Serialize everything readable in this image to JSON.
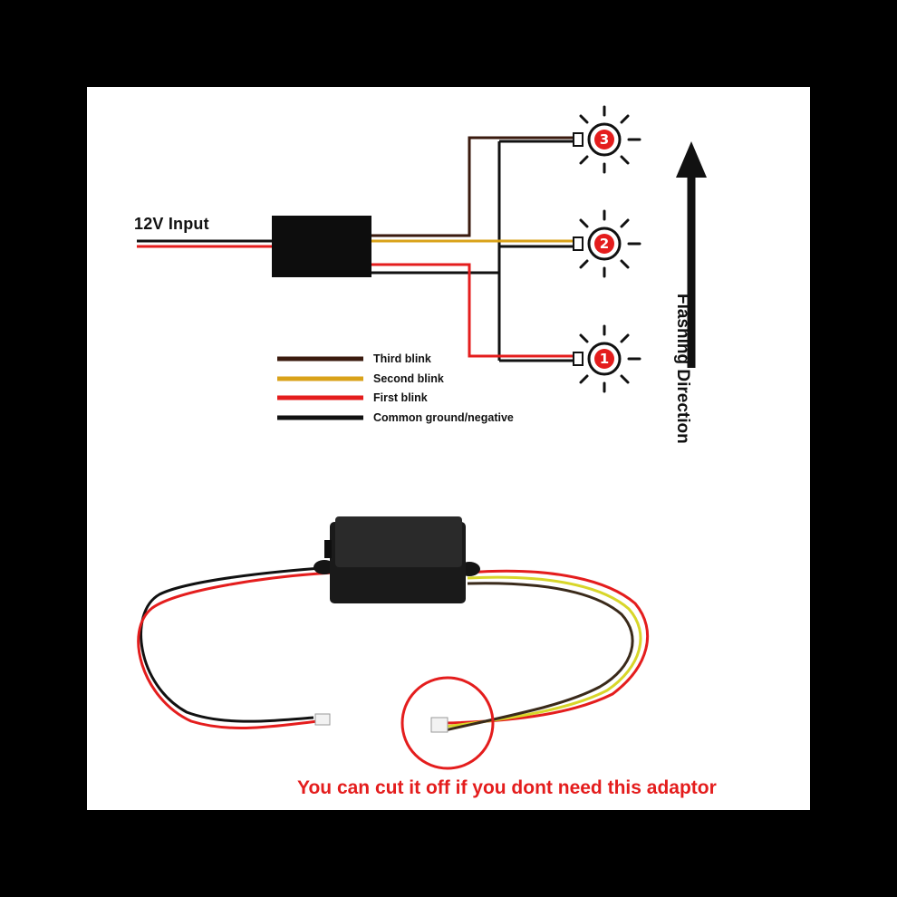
{
  "diagram": {
    "input_label": "12V Input",
    "direction_label": "Flashing Direction",
    "bulbs": [
      {
        "number": "3"
      },
      {
        "number": "2"
      },
      {
        "number": "1"
      }
    ],
    "legend": [
      {
        "label": "Third blink",
        "color": "#3a1a0e"
      },
      {
        "label": "Second blink",
        "color": "#d9a21a"
      },
      {
        "label": "First blink",
        "color": "#e41d1d"
      },
      {
        "label": "Common ground/negative",
        "color": "#111111"
      }
    ]
  },
  "photo": {
    "note": "You can cut it off if you dont need this adaptor",
    "note_color": "#e41d1d"
  }
}
